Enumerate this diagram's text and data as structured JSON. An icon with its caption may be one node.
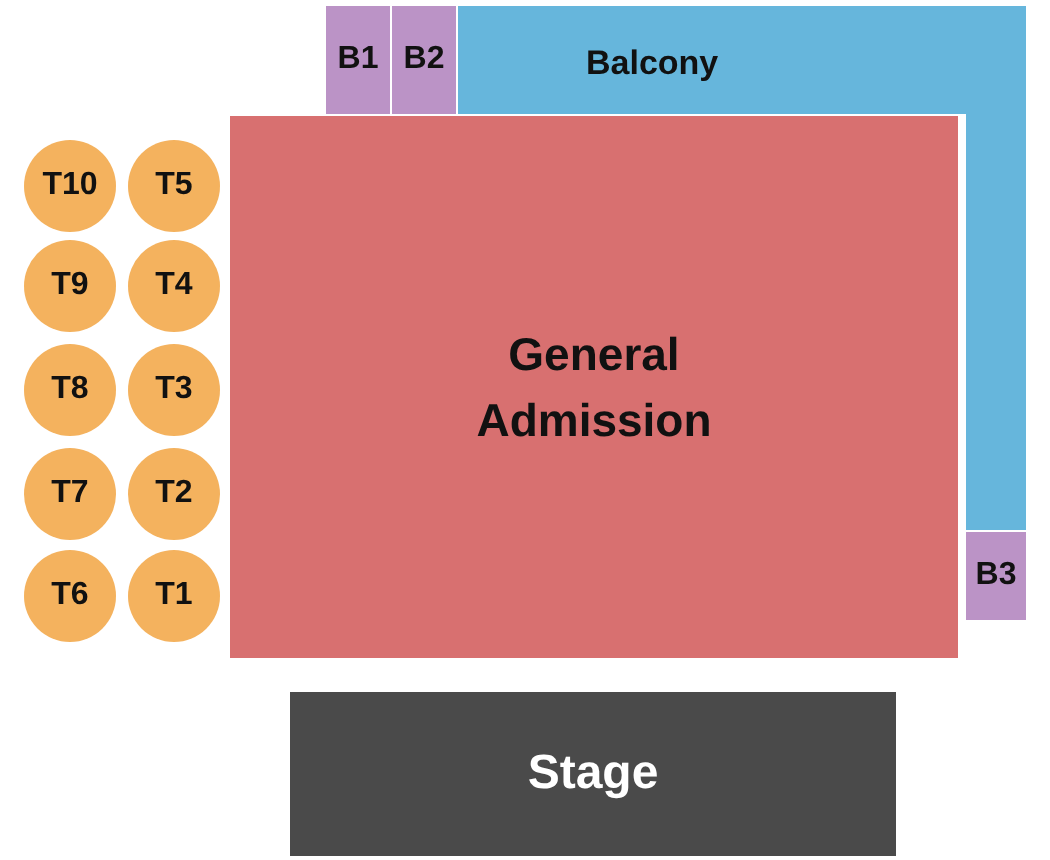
{
  "diagram": {
    "nodes": [
      {
        "text": [
          "B1"
        ]
      },
      {
        "text": [
          "B2"
        ]
      },
      {
        "text": [
          "Balcony"
        ]
      },
      {
        "text": [
          "T10"
        ]
      },
      {
        "text": [
          "T5"
        ]
      },
      {
        "text": [
          "T9"
        ]
      },
      {
        "text": [
          "T4"
        ]
      },
      {
        "text": [
          "T8"
        ]
      },
      {
        "text": [
          "T3"
        ]
      },
      {
        "text": [
          "T7"
        ]
      },
      {
        "text": [
          "T2"
        ]
      },
      {
        "text": [
          "T6"
        ]
      },
      {
        "text": [
          "T1"
        ]
      },
      {
        "text": [
          "General Admission"
        ]
      },
      {
        "text": [
          "B3"
        ]
      },
      {
        "text": [
          "Stage"
        ]
      }
    ]
  }
}
